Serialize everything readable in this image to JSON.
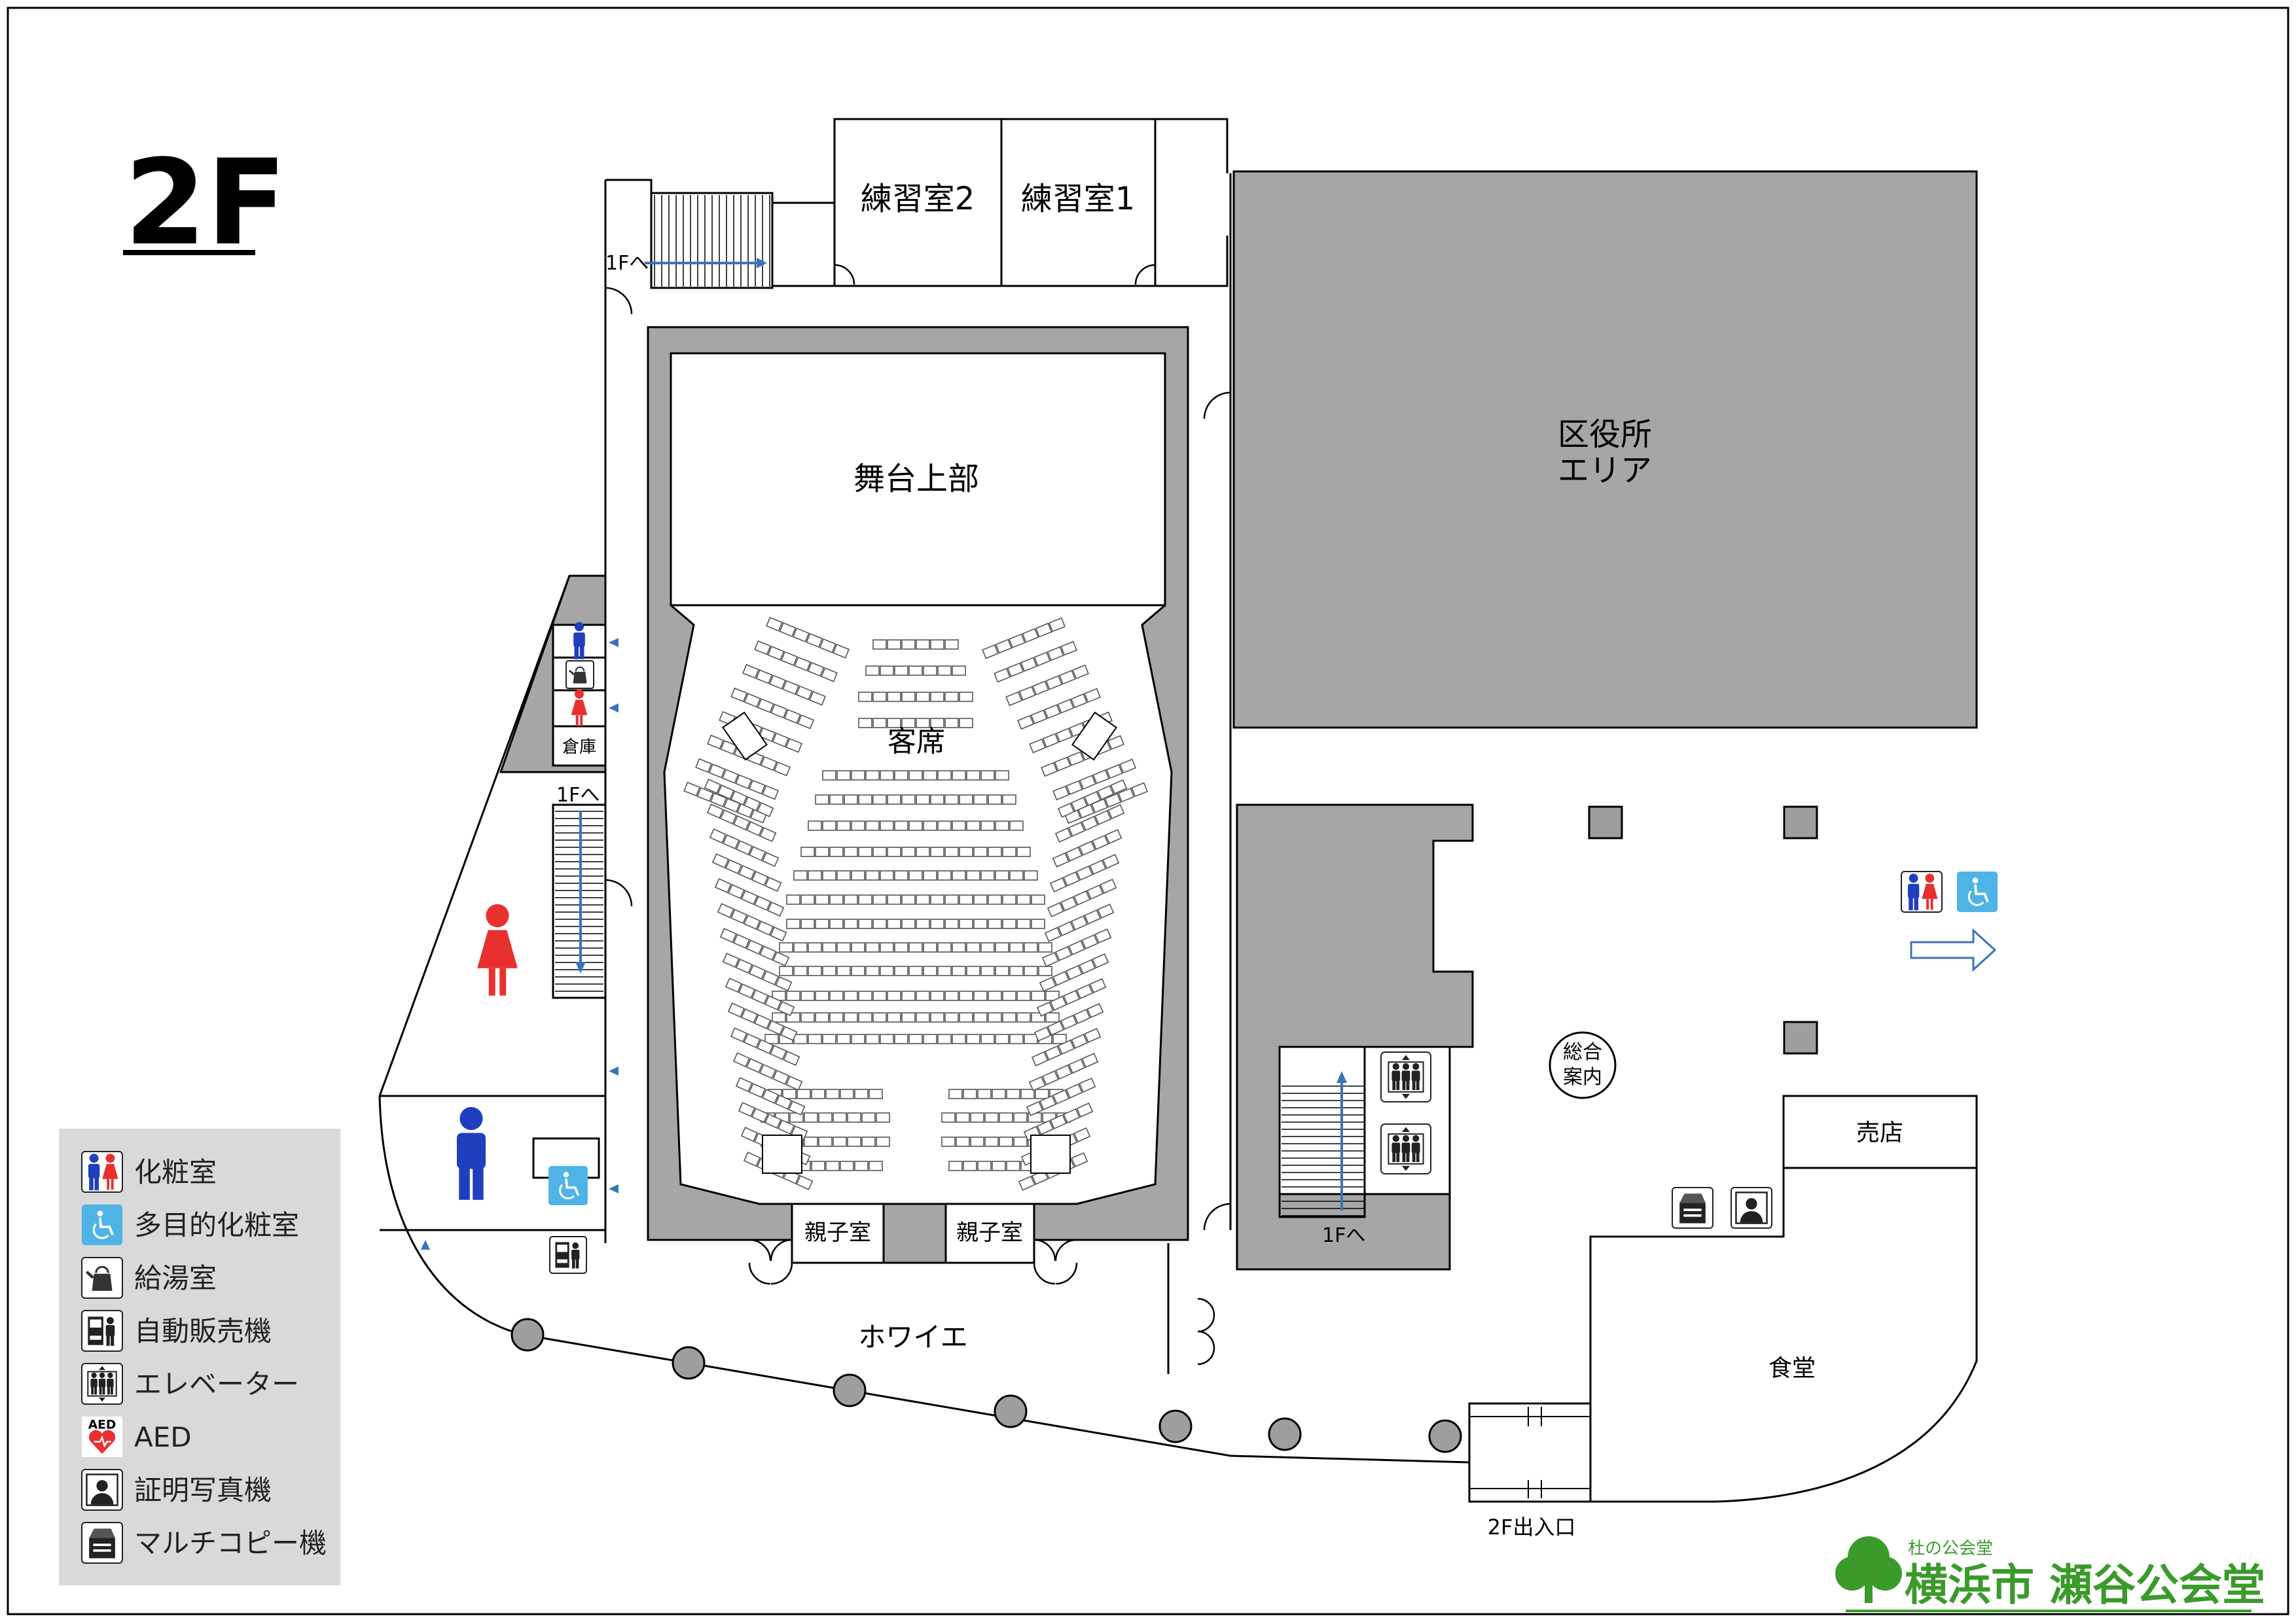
{
  "floor": {
    "label": "2F"
  },
  "rooms": {
    "practice_room_2": "練習室2",
    "practice_room_1": "練習室1",
    "stage_upper": "舞台上部",
    "ward_office_line1": "区役所",
    "ward_office_line2": "エリア",
    "audience_seats": "客席",
    "storage": "倉庫",
    "parent_child_room_left": "親子室",
    "parent_child_room_right": "親子室",
    "foyer": "ホワイエ",
    "shop": "売店",
    "cafeteria": "食堂",
    "information_line1": "総合",
    "information_line2": "案内"
  },
  "stairs": {
    "to_1f_top": "1Fへ",
    "to_1f_left": "1Fへ",
    "to_1f_center": "1Fへ"
  },
  "entrance": {
    "label": "2F出入口"
  },
  "legend": {
    "items": [
      {
        "icon": "restroom-icon",
        "label": "化粧室"
      },
      {
        "icon": "accessible-restroom-icon",
        "label": "多目的化粧室"
      },
      {
        "icon": "kettle-icon",
        "label": "給湯室"
      },
      {
        "icon": "vending-machine-icon",
        "label": "自動販売機"
      },
      {
        "icon": "elevator-icon",
        "label": "エレベーター"
      },
      {
        "icon": "aed-icon",
        "label": "AED"
      },
      {
        "icon": "photo-booth-icon",
        "label": "証明写真機"
      },
      {
        "icon": "copier-icon",
        "label": "マルチコピー機"
      }
    ]
  },
  "aed_icon_text": "AED",
  "logo": {
    "small_text": "杜の公会堂",
    "main_text": "横浜市 瀬谷公会堂"
  },
  "colors": {
    "gray_area": "#a6a6a6",
    "legend_bg": "#d9d9d9",
    "male_blue": "#1f3fbf",
    "female_red": "#e8312f",
    "accessible_blue": "#4fb3e6",
    "arrow_blue": "#3b73b9",
    "logo_green": "#3a9a2a"
  }
}
